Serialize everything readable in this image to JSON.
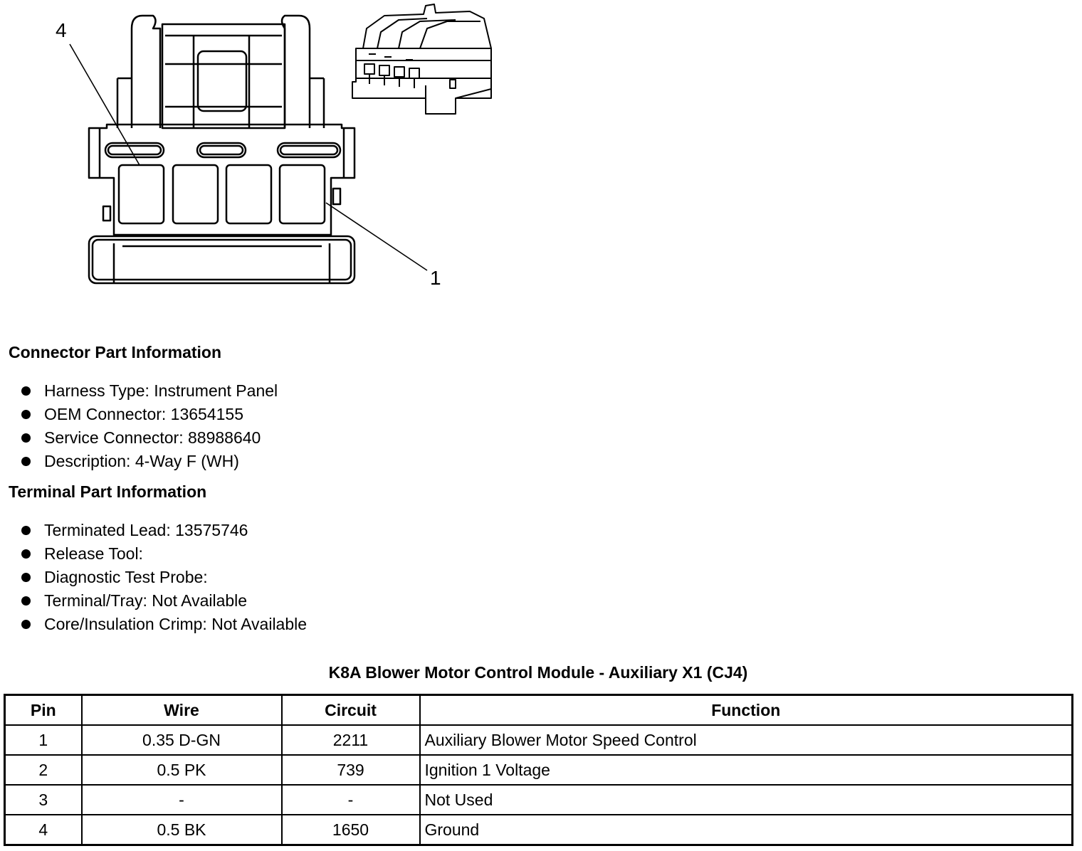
{
  "figure": {
    "callout_left": "4",
    "callout_right": "1"
  },
  "connector_info": {
    "heading": "Connector Part Information",
    "items": [
      "Harness Type: Instrument Panel",
      "OEM Connector: 13654155",
      "Service Connector: 88988640",
      "Description: 4-Way F (WH)"
    ]
  },
  "terminal_info": {
    "heading": "Terminal Part Information",
    "items": [
      "Terminated Lead: 13575746",
      "Release Tool:",
      "Diagnostic Test Probe:",
      "Terminal/Tray: Not Available",
      "Core/Insulation Crimp: Not Available"
    ]
  },
  "table": {
    "caption": "K8A Blower Motor Control Module - Auxiliary X1 (CJ4)",
    "headers": {
      "pin": "Pin",
      "wire": "Wire",
      "circuit": "Circuit",
      "function": "Function"
    },
    "rows": [
      {
        "pin": "1",
        "wire": "0.35 D-GN",
        "circuit": "2211",
        "function": "Auxiliary Blower Motor Speed Control"
      },
      {
        "pin": "2",
        "wire": "0.5 PK",
        "circuit": "739",
        "function": "Ignition 1 Voltage"
      },
      {
        "pin": "3",
        "wire": "-",
        "circuit": "-",
        "function": "Not Used"
      },
      {
        "pin": "4",
        "wire": "0.5 BK",
        "circuit": "1650",
        "function": "Ground"
      }
    ]
  }
}
